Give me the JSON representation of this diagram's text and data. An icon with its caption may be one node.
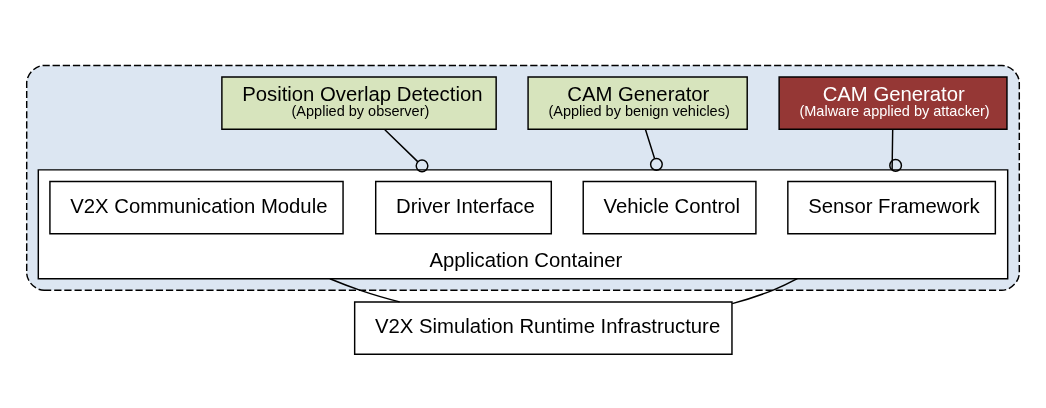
{
  "diagram": {
    "nodes": [
      {
        "text": [],
        "shape": "box"
      },
      {
        "text": [
          "Application Container"
        ],
        "in": 0
      },
      {
        "text": [
          "CAM Generator",
          "(Malware applied by attacker)"
        ],
        "in": 0
      },
      {
        "text": [
          "CAM Generator",
          "(Applied by benign vehicles)"
        ],
        "in": 0
      },
      {
        "text": [
          "Position Overlap Detection",
          "(Applied by observer)"
        ],
        "in": 0
      },
      {
        "text": [
          "Sensor Framework"
        ],
        "in": 1
      },
      {
        "text": [
          "Vehicle Control"
        ],
        "in": 1
      },
      {
        "text": [
          "Driver Interface"
        ],
        "in": 1
      },
      {
        "text": [
          "V2X Communication Module"
        ],
        "in": 1
      },
      {
        "text": [
          "V2X Simulation Runtime Infrastructure"
        ]
      }
    ],
    "edges": [
      {
        "from": 2,
        "to": 1,
        "arrow": "other"
      },
      {
        "from": 3,
        "to": 1,
        "arrow": "other"
      },
      {
        "from": 4,
        "to": 1,
        "arrow": "other"
      },
      {
        "from": 9,
        "to": 1,
        "arrow": "none"
      },
      {
        "from": 9,
        "to": 1,
        "arrow": "none"
      }
    ]
  }
}
